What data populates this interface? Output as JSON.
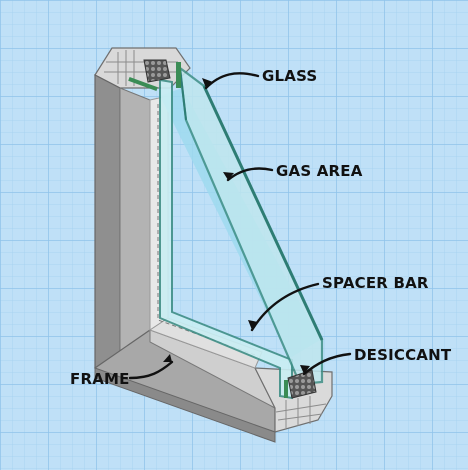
{
  "labels": {
    "glass": "GLASS",
    "gas_area": "GAS AREA",
    "spacer_bar": "SPACER BAR",
    "desiccant": "DESICCANT",
    "frame": "FRAME"
  },
  "colors": {
    "background": "#bfe0f7",
    "grid_minor": "#a9d3f1",
    "grid_major": "#8fc3ea",
    "frame_face": "#9a9a9a",
    "frame_side": "#c4c4c4",
    "frame_top": "#e6e6e6",
    "glass_edge": "#3f8f86",
    "glass_fill": "#bfe7ee",
    "gas_fill": "#9ed9ee",
    "spacer": "#d9d9d9",
    "desiccant": "#666666",
    "leader": "#111111"
  },
  "icons": {
    "glass": "glass-pane-icon",
    "desiccant": "desiccant-beads-icon"
  }
}
